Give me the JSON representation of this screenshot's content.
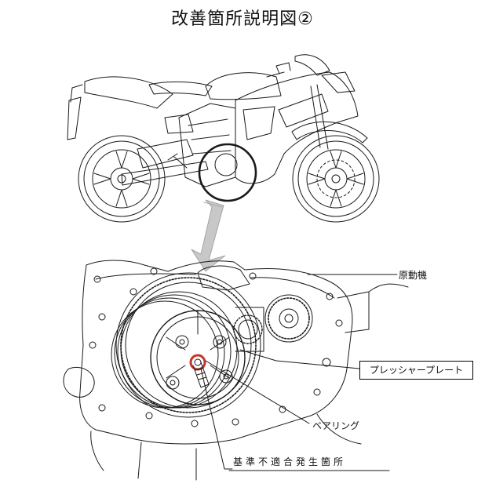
{
  "title": "改善箇所説明図②",
  "labels": {
    "engine": "原動機",
    "pressure_plate": "プレッシャープレート",
    "bearing": "ベアリング",
    "defect": "基準不適合発生箇所"
  },
  "colors": {
    "line": "#1a1a1a",
    "arrow": "#c8c8c8",
    "highlight": "#c0392b"
  }
}
